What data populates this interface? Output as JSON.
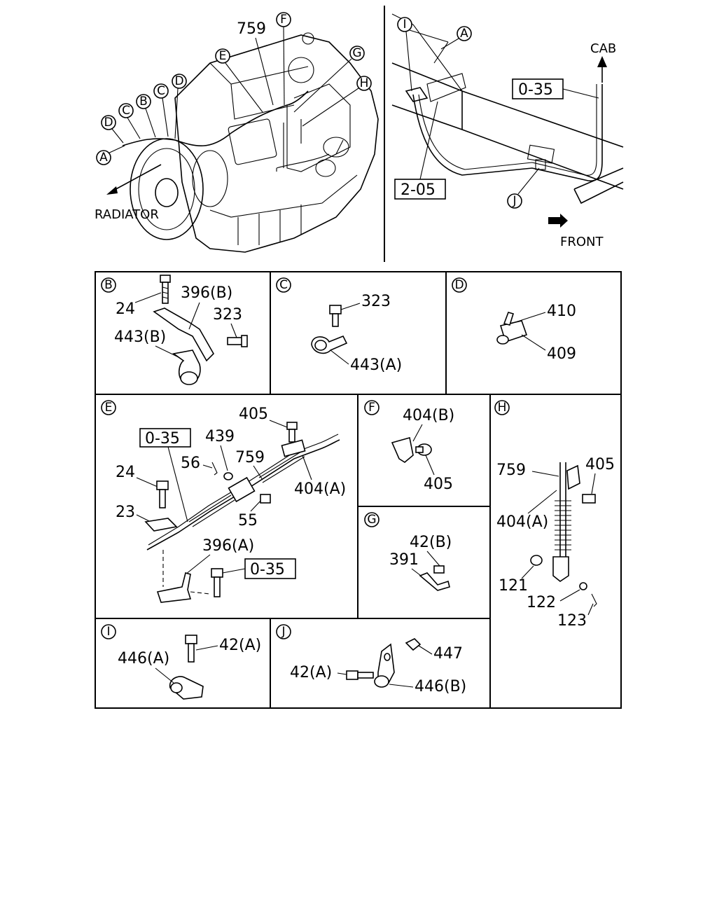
{
  "overview": {
    "engine": {
      "callouts": [
        "A",
        "B",
        "C",
        "C",
        "D",
        "D",
        "E",
        "F",
        "G",
        "H"
      ],
      "part_759": "759",
      "radiator_label": "RADIATOR"
    },
    "frame": {
      "callouts": [
        "I",
        "A",
        "J"
      ],
      "ref_0_35": "0-35",
      "ref_2_05": "2-05",
      "cab_label": "CAB",
      "front_label": "FRONT"
    }
  },
  "details": {
    "B": {
      "letter": "B",
      "parts": [
        "24",
        "396(B)",
        "323",
        "443(B)"
      ]
    },
    "C": {
      "letter": "C",
      "parts": [
        "323",
        "443(A)"
      ]
    },
    "D": {
      "letter": "D",
      "parts": [
        "410",
        "409"
      ]
    },
    "E": {
      "letter": "E",
      "parts": [
        "405",
        "0-35",
        "439",
        "56",
        "759",
        "24",
        "404(A)",
        "23",
        "55",
        "396(A)",
        "0-35"
      ]
    },
    "F": {
      "letter": "F",
      "parts": [
        "404(B)",
        "405"
      ]
    },
    "G": {
      "letter": "G",
      "parts": [
        "42(B)",
        "391"
      ]
    },
    "H": {
      "letter": "H",
      "parts": [
        "759",
        "405",
        "404(A)",
        "121",
        "122",
        "123"
      ]
    },
    "I": {
      "letter": "I",
      "parts": [
        "42(A)",
        "446(A)"
      ]
    },
    "J": {
      "letter": "J",
      "parts": [
        "447",
        "42(A)",
        "446(B)"
      ]
    }
  }
}
